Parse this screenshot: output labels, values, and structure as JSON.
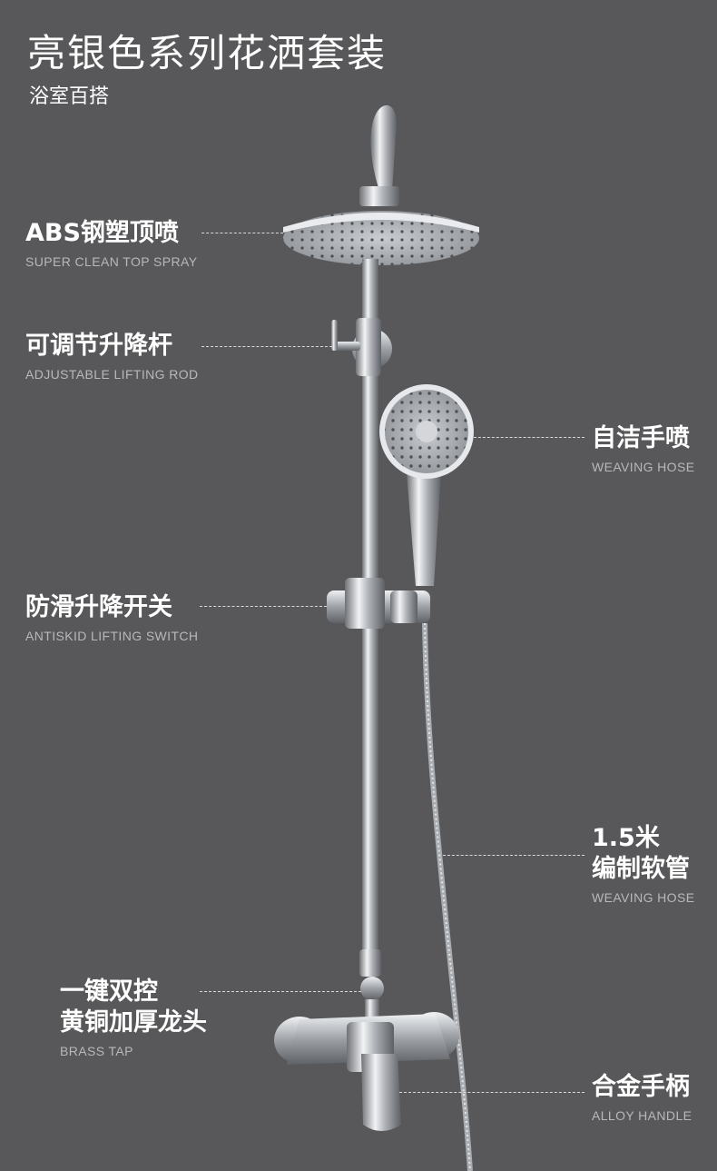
{
  "header": {
    "title": "亮银色系列花洒套装",
    "subtitle": "浴室百搭"
  },
  "features": {
    "top_spray": {
      "cn": "ABS钢塑顶喷",
      "en": "SUPER CLEAN TOP SPRAY"
    },
    "lifting_rod": {
      "cn": "可调节升降杆",
      "en": "ADJUSTABLE LIFTING ROD"
    },
    "hand_spray": {
      "cn": "自洁手喷",
      "en": "WEAVING HOSE"
    },
    "lift_switch": {
      "cn": "防滑升降开关",
      "en": "ANTISKID LIFTING SWITCH"
    },
    "hose": {
      "cn_line1": "1.5米",
      "cn_line2": "编制软管",
      "en": "WEAVING HOSE"
    },
    "tap": {
      "cn_line1": "一键双控",
      "cn_line2": "黄铜加厚龙头",
      "en": "BRASS TAP"
    },
    "handle": {
      "cn": "合金手柄",
      "en": "ALLOY HANDLE"
    }
  },
  "colors": {
    "background": "#58585a",
    "text": "#ffffff",
    "subtext": "#b8b8bb",
    "chrome": "#c9ccd0"
  }
}
